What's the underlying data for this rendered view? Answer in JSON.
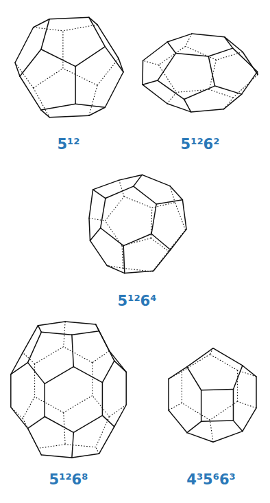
{
  "diagram": {
    "labels": [
      "5¹²",
      "5¹²6²",
      "5¹²6⁴",
      "5¹²6⁸",
      "4³5⁶6³"
    ]
  }
}
